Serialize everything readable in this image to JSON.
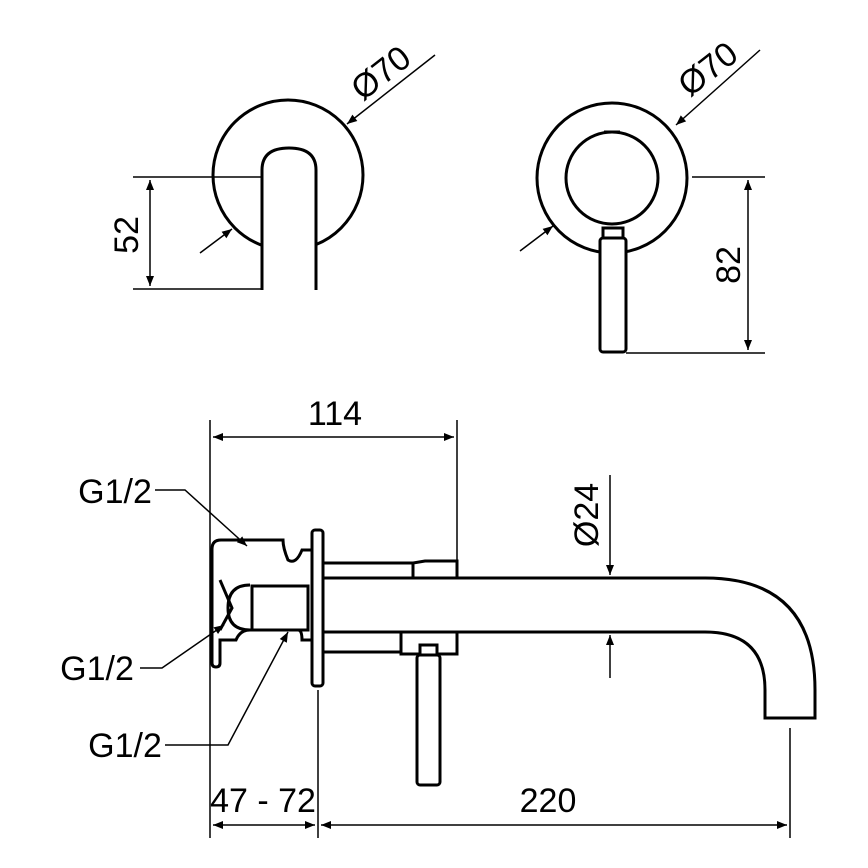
{
  "title": "Wall-mounted mixer with spout – technical drawing",
  "top_left_view": {
    "diameter_label": "Ø70",
    "height_label": "52"
  },
  "top_right_view": {
    "diameter_label": "Ø70",
    "height_label": "82"
  },
  "side_view": {
    "depth_label": "114",
    "spout_diameter_label": "Ø24",
    "connections": [
      "G1/2",
      "G1/2",
      "G1/2"
    ],
    "wall_range_label": "47 - 72",
    "spout_length_label": "220"
  },
  "colors": {
    "line": "#000000",
    "background": "#ffffff"
  }
}
